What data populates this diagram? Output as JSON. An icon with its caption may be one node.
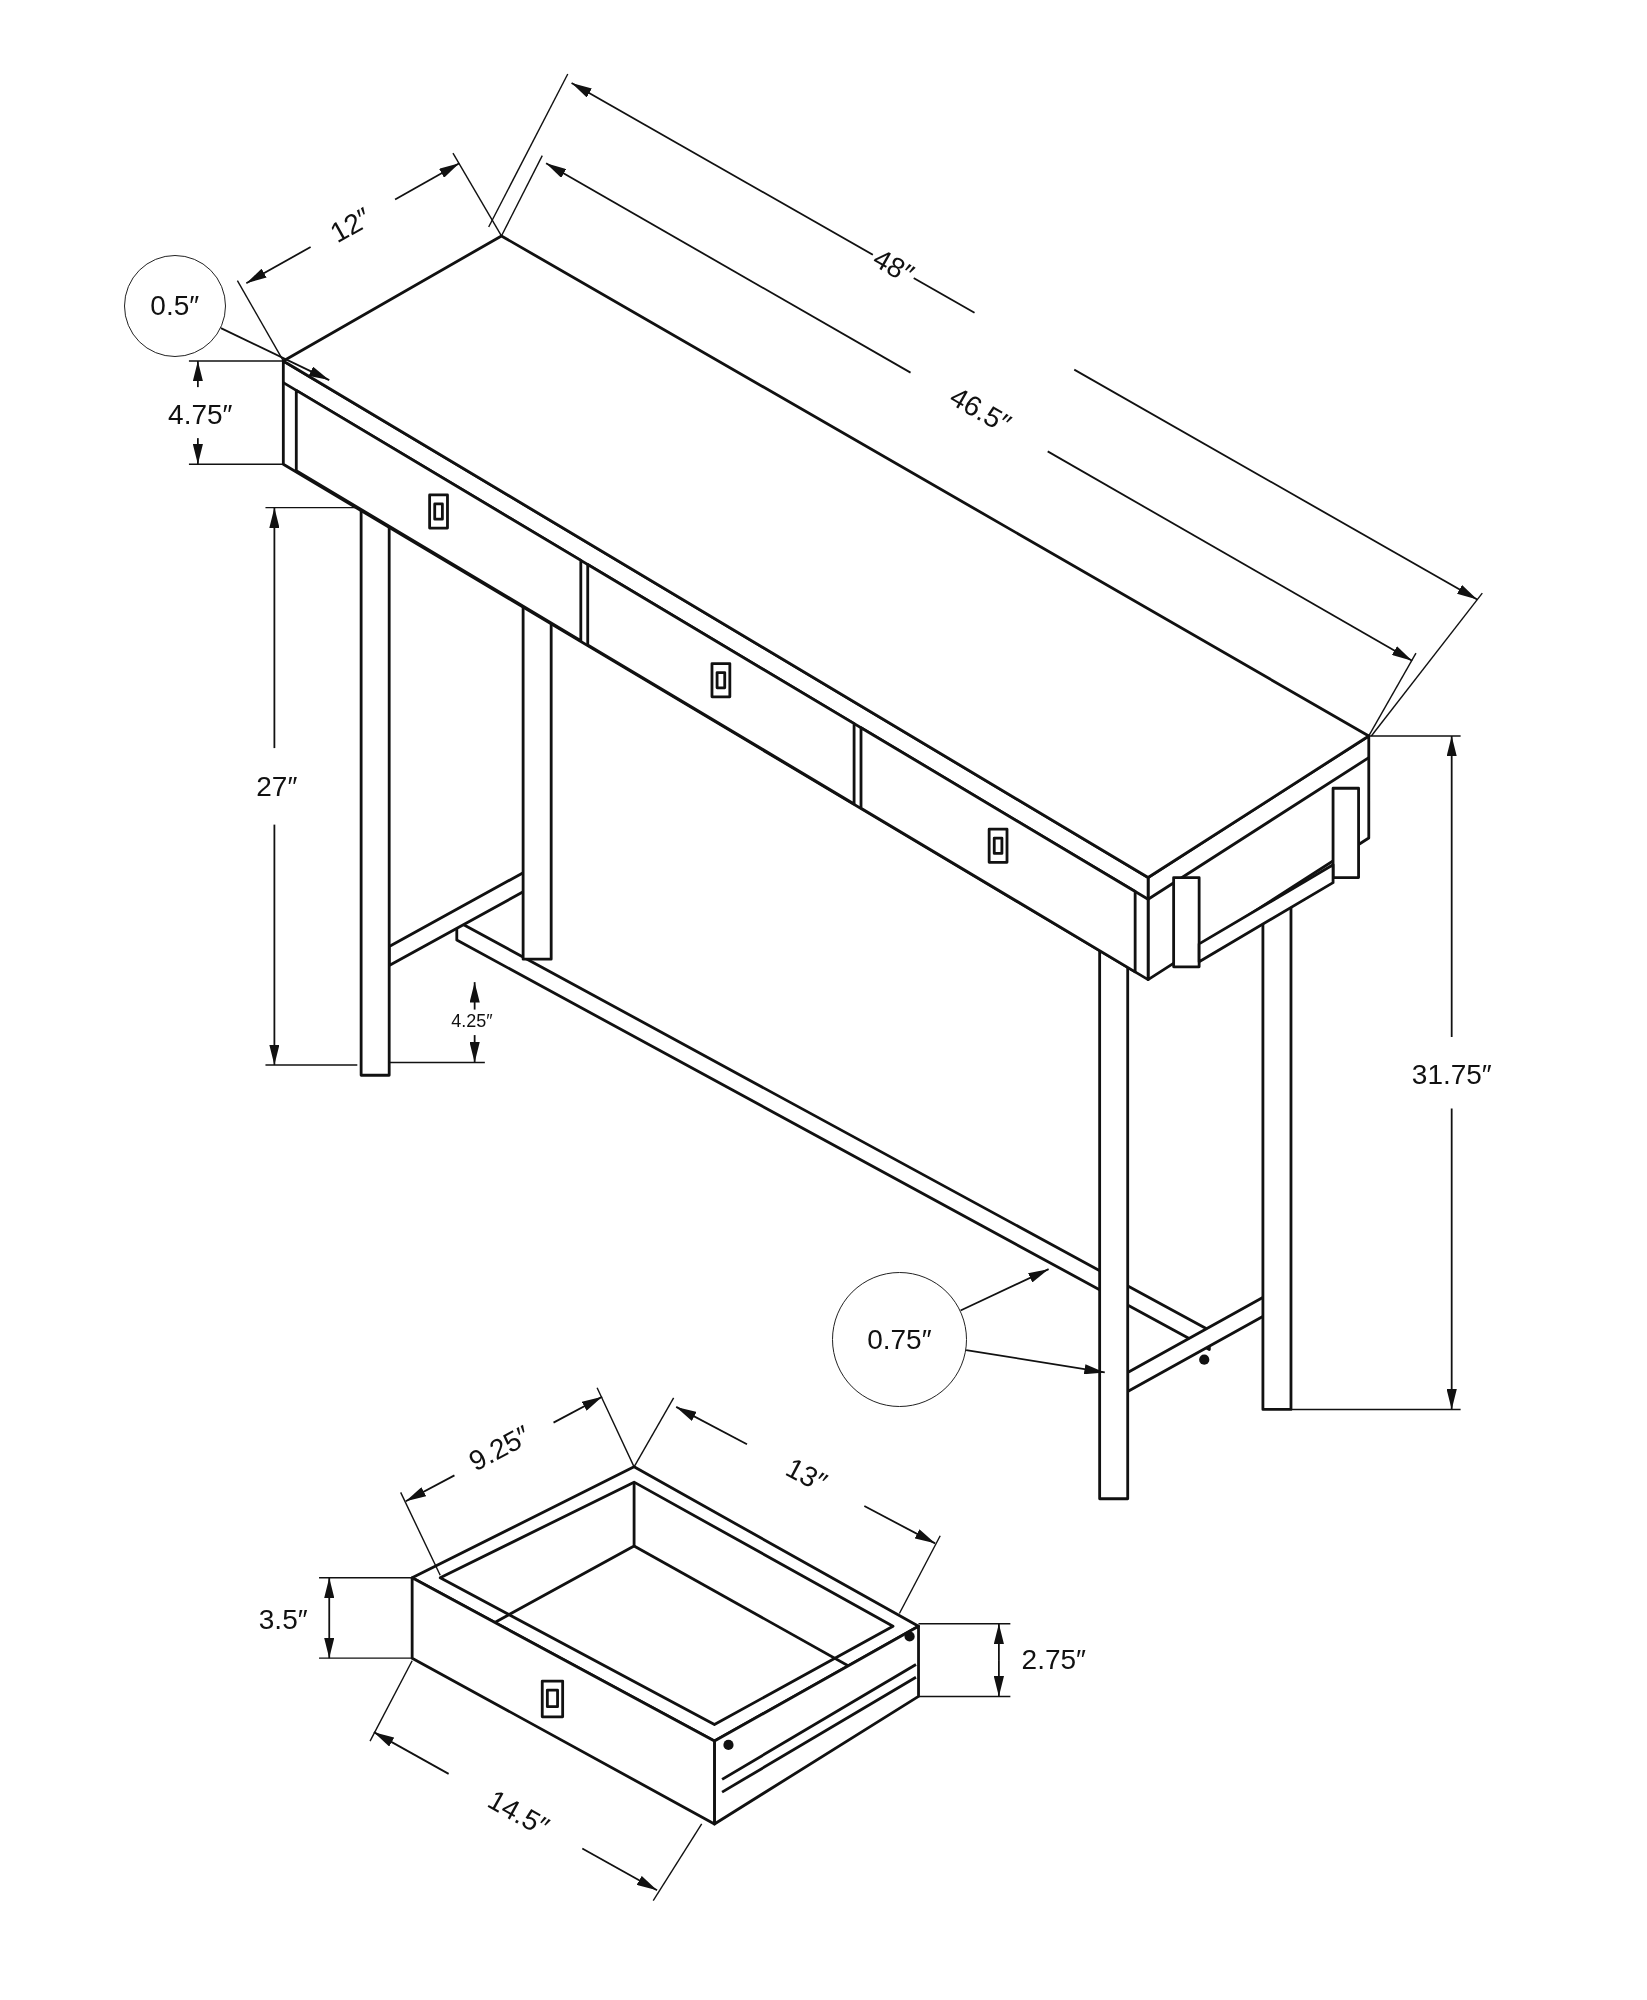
{
  "diagram": {
    "nodes": [
      {
        "text": [
          "0.5″"
        ]
      },
      {
        "text": [
          "0.75″"
        ]
      }
    ],
    "edges": [
      {
        "from": 0,
        "to": null,
        "arrow": "to"
      },
      {
        "from": 1,
        "to": null,
        "arrow": "to"
      },
      {
        "from": 1,
        "to": null,
        "arrow": "to"
      }
    ],
    "labels": [
      "12″",
      "48″",
      "4.75″",
      "46.5″",
      "27″",
      "4.25″",
      "31.75″",
      "9.25″",
      "13″",
      "3.5″",
      "2.75″",
      "14.5″"
    ]
  }
}
